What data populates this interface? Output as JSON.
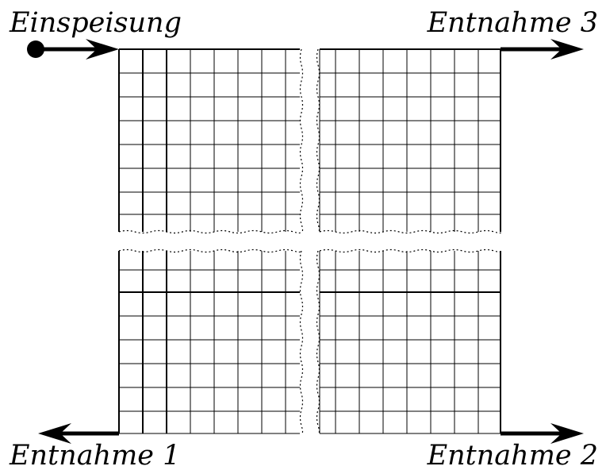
{
  "labels": {
    "feed_in": "Einspeisung",
    "withdrawal_1": "Entnahme 1",
    "withdrawal_2": "Entnahme 2",
    "withdrawal_3": "Entnahme 3"
  },
  "colors": {
    "ink": "#000000",
    "background": "#ffffff"
  }
}
